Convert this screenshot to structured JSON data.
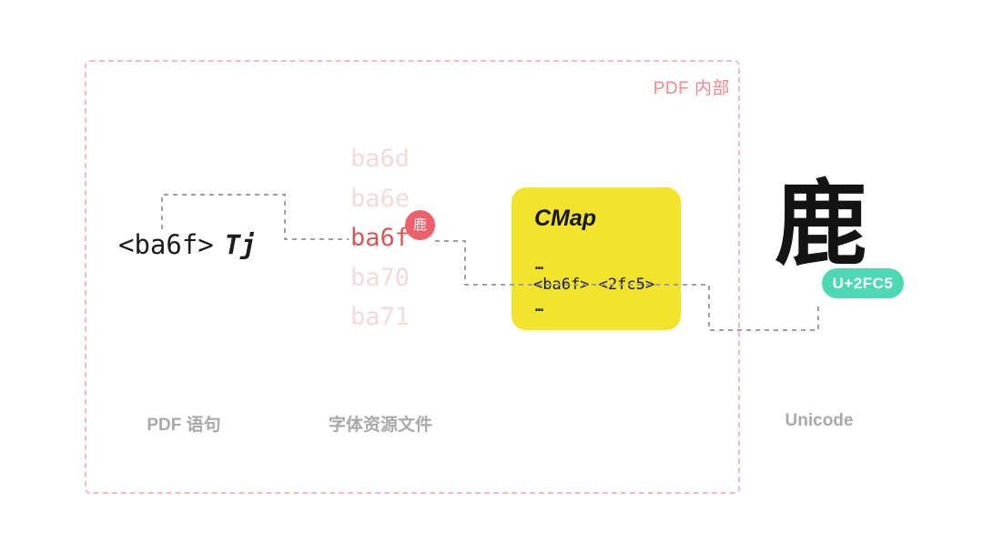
{
  "colors": {
    "border-pink": "#f6bcc1",
    "label-pink": "#f5878e",
    "code-muted": "#f4dbda",
    "code-active": "#da5757",
    "badge-red": "#f0606b",
    "cmap-yellow": "#f2e32c",
    "badge-teal": "#4fd8b4",
    "footer-gray": "#a9a9a9",
    "connector-gray": "#9f9f9f",
    "ink": "#1c1c1c"
  },
  "pdf_region": {
    "label": "PDF 内部"
  },
  "statement": {
    "code": "<ba6f>",
    "operator": "Tj"
  },
  "font_file": {
    "codes": [
      "ba6d",
      "ba6e",
      "ba6f",
      "ba70",
      "ba71"
    ],
    "active_code": "ba6f",
    "glyph_badge": "鹿"
  },
  "cmap": {
    "title": "CMap",
    "line_top": "…",
    "mapping": "<ba6f> <2fc5>",
    "line_bottom": "…"
  },
  "result": {
    "glyph": "鹿",
    "codepoint": "U+2FC5"
  },
  "captions": {
    "statement": "PDF 语句",
    "font_file": "字体资源文件",
    "unicode": "Unicode"
  }
}
